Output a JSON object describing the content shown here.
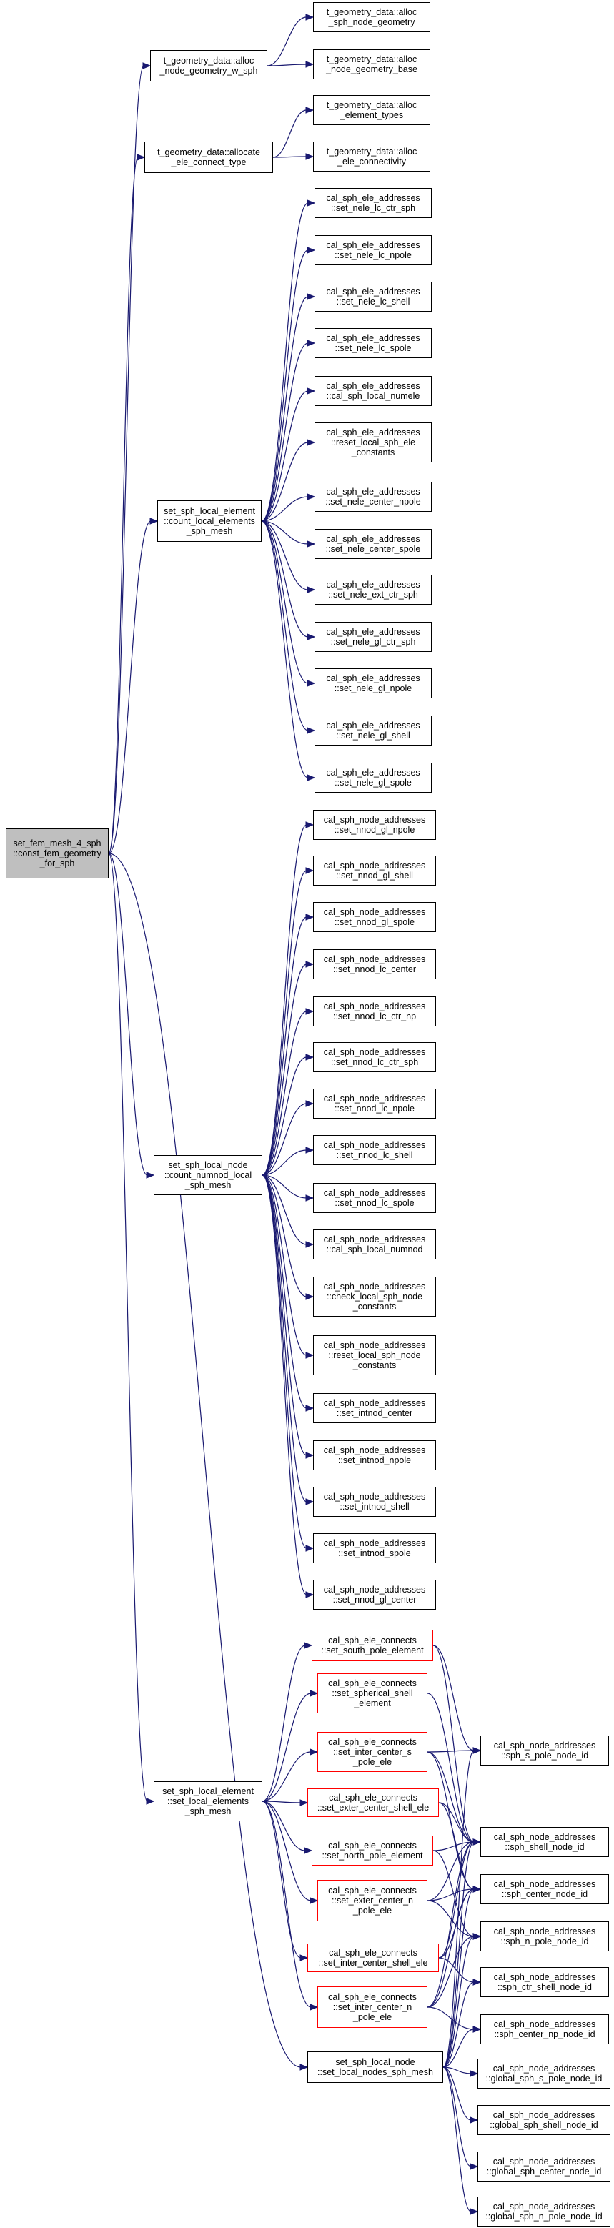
{
  "colors": {
    "edge": "#191970",
    "root_fill": "#bfbfbf",
    "red_border": "#ff0000"
  },
  "nodes": [
    {
      "id": "root",
      "lines": [
        "set_fem_mesh_4_sph",
        "::const_fem_geometry",
        "_for_sph"
      ],
      "kind": "root"
    },
    {
      "id": "alloc_node_geom_w_sph",
      "lines": [
        "t_geometry_data::alloc",
        "_node_geometry_w_sph"
      ]
    },
    {
      "id": "alloc_sph_node_geom",
      "lines": [
        "t_geometry_data::alloc",
        "_sph_node_geometry"
      ]
    },
    {
      "id": "alloc_node_geom_base",
      "lines": [
        "t_geometry_data::alloc",
        "_node_geometry_base"
      ]
    },
    {
      "id": "allocate_ele_connect_type",
      "lines": [
        "t_geometry_data::allocate",
        "_ele_connect_type"
      ]
    },
    {
      "id": "alloc_element_types",
      "lines": [
        "t_geometry_data::alloc",
        "_element_types"
      ]
    },
    {
      "id": "alloc_ele_connectivity",
      "lines": [
        "t_geometry_data::alloc",
        "_ele_connectivity"
      ]
    },
    {
      "id": "count_local_elements",
      "lines": [
        "set_sph_local_element",
        "::count_local_elements",
        "_sph_mesh"
      ]
    },
    {
      "id": "e1",
      "lines": [
        "cal_sph_ele_addresses",
        "::set_nele_lc_ctr_sph"
      ]
    },
    {
      "id": "e2",
      "lines": [
        "cal_sph_ele_addresses",
        "::set_nele_lc_npole"
      ]
    },
    {
      "id": "e3",
      "lines": [
        "cal_sph_ele_addresses",
        "::set_nele_lc_shell"
      ]
    },
    {
      "id": "e4",
      "lines": [
        "cal_sph_ele_addresses",
        "::set_nele_lc_spole"
      ]
    },
    {
      "id": "e5",
      "lines": [
        "cal_sph_ele_addresses",
        "::cal_sph_local_numele"
      ]
    },
    {
      "id": "e6",
      "lines": [
        "cal_sph_ele_addresses",
        "::reset_local_sph_ele",
        "_constants"
      ]
    },
    {
      "id": "e7",
      "lines": [
        "cal_sph_ele_addresses",
        "::set_nele_center_npole"
      ]
    },
    {
      "id": "e8",
      "lines": [
        "cal_sph_ele_addresses",
        "::set_nele_center_spole"
      ]
    },
    {
      "id": "e9",
      "lines": [
        "cal_sph_ele_addresses",
        "::set_nele_ext_ctr_sph"
      ]
    },
    {
      "id": "e10",
      "lines": [
        "cal_sph_ele_addresses",
        "::set_nele_gl_ctr_sph"
      ]
    },
    {
      "id": "e11",
      "lines": [
        "cal_sph_ele_addresses",
        "::set_nele_gl_npole"
      ]
    },
    {
      "id": "e12",
      "lines": [
        "cal_sph_ele_addresses",
        "::set_nele_gl_shell"
      ]
    },
    {
      "id": "e13",
      "lines": [
        "cal_sph_ele_addresses",
        "::set_nele_gl_spole"
      ]
    },
    {
      "id": "count_numnod",
      "lines": [
        "set_sph_local_node",
        "::count_numnod_local",
        "_sph_mesh"
      ]
    },
    {
      "id": "n1",
      "lines": [
        "cal_sph_node_addresses",
        "::set_nnod_gl_npole"
      ]
    },
    {
      "id": "n2",
      "lines": [
        "cal_sph_node_addresses",
        "::set_nnod_gl_shell"
      ]
    },
    {
      "id": "n3",
      "lines": [
        "cal_sph_node_addresses",
        "::set_nnod_gl_spole"
      ]
    },
    {
      "id": "n4",
      "lines": [
        "cal_sph_node_addresses",
        "::set_nnod_lc_center"
      ]
    },
    {
      "id": "n5",
      "lines": [
        "cal_sph_node_addresses",
        "::set_nnod_lc_ctr_np"
      ]
    },
    {
      "id": "n6",
      "lines": [
        "cal_sph_node_addresses",
        "::set_nnod_lc_ctr_sph"
      ]
    },
    {
      "id": "n7",
      "lines": [
        "cal_sph_node_addresses",
        "::set_nnod_lc_npole"
      ]
    },
    {
      "id": "n8",
      "lines": [
        "cal_sph_node_addresses",
        "::set_nnod_lc_shell"
      ]
    },
    {
      "id": "n9",
      "lines": [
        "cal_sph_node_addresses",
        "::set_nnod_lc_spole"
      ]
    },
    {
      "id": "n10",
      "lines": [
        "cal_sph_node_addresses",
        "::cal_sph_local_numnod"
      ]
    },
    {
      "id": "n11",
      "lines": [
        "cal_sph_node_addresses",
        "::check_local_sph_node",
        "_constants"
      ]
    },
    {
      "id": "n12",
      "lines": [
        "cal_sph_node_addresses",
        "::reset_local_sph_node",
        "_constants"
      ]
    },
    {
      "id": "n13",
      "lines": [
        "cal_sph_node_addresses",
        "::set_intnod_center"
      ]
    },
    {
      "id": "n14",
      "lines": [
        "cal_sph_node_addresses",
        "::set_intnod_npole"
      ]
    },
    {
      "id": "n15",
      "lines": [
        "cal_sph_node_addresses",
        "::set_intnod_shell"
      ]
    },
    {
      "id": "n16",
      "lines": [
        "cal_sph_node_addresses",
        "::set_intnod_spole"
      ]
    },
    {
      "id": "n17",
      "lines": [
        "cal_sph_node_addresses",
        "::set_nnod_gl_center"
      ]
    },
    {
      "id": "set_local_elements",
      "lines": [
        "set_sph_local_element",
        "::set_local_elements",
        "_sph_mesh"
      ]
    },
    {
      "id": "c1",
      "lines": [
        "cal_sph_ele_connects",
        "::set_south_pole_element"
      ],
      "kind": "red"
    },
    {
      "id": "c2",
      "lines": [
        "cal_sph_ele_connects",
        "::set_spherical_shell",
        "_element"
      ],
      "kind": "red"
    },
    {
      "id": "c3",
      "lines": [
        "cal_sph_ele_connects",
        "::set_inter_center_s",
        "_pole_ele"
      ],
      "kind": "red"
    },
    {
      "id": "c4",
      "lines": [
        "cal_sph_ele_connects",
        "::set_exter_center_shell_ele"
      ],
      "kind": "red"
    },
    {
      "id": "c5",
      "lines": [
        "cal_sph_ele_connects",
        "::set_north_pole_element"
      ],
      "kind": "red"
    },
    {
      "id": "c6",
      "lines": [
        "cal_sph_ele_connects",
        "::set_exter_center_n",
        "_pole_ele"
      ],
      "kind": "red"
    },
    {
      "id": "c7",
      "lines": [
        "cal_sph_ele_connects",
        "::set_inter_center_shell_ele"
      ],
      "kind": "red"
    },
    {
      "id": "c8",
      "lines": [
        "cal_sph_ele_connects",
        "::set_inter_center_n",
        "_pole_ele"
      ],
      "kind": "red"
    },
    {
      "id": "set_local_nodes",
      "lines": [
        "set_sph_local_node",
        "::set_local_nodes_sph_mesh"
      ]
    },
    {
      "id": "a1",
      "lines": [
        "cal_sph_node_addresses",
        "::sph_s_pole_node_id"
      ]
    },
    {
      "id": "a2",
      "lines": [
        "cal_sph_node_addresses",
        "::sph_shell_node_id"
      ]
    },
    {
      "id": "a3",
      "lines": [
        "cal_sph_node_addresses",
        "::sph_center_node_id"
      ]
    },
    {
      "id": "a4",
      "lines": [
        "cal_sph_node_addresses",
        "::sph_n_pole_node_id"
      ]
    },
    {
      "id": "a5",
      "lines": [
        "cal_sph_node_addresses",
        "::sph_ctr_shell_node_id"
      ]
    },
    {
      "id": "a6",
      "lines": [
        "cal_sph_node_addresses",
        "::sph_center_np_node_id"
      ]
    },
    {
      "id": "g1",
      "lines": [
        "cal_sph_node_addresses",
        "::global_sph_s_pole_node_id"
      ]
    },
    {
      "id": "g2",
      "lines": [
        "cal_sph_node_addresses",
        "::global_sph_shell_node_id"
      ]
    },
    {
      "id": "g3",
      "lines": [
        "cal_sph_node_addresses",
        "::global_sph_center_node_id"
      ]
    },
    {
      "id": "g4",
      "lines": [
        "cal_sph_node_addresses",
        "::global_sph_n_pole_node_id"
      ]
    }
  ],
  "edges": [
    [
      "root",
      "alloc_node_geom_w_sph"
    ],
    [
      "root",
      "allocate_ele_connect_type"
    ],
    [
      "root",
      "count_local_elements"
    ],
    [
      "root",
      "count_numnod"
    ],
    [
      "root",
      "set_local_elements"
    ],
    [
      "root",
      "set_local_nodes"
    ],
    [
      "alloc_node_geom_w_sph",
      "alloc_sph_node_geom"
    ],
    [
      "alloc_node_geom_w_sph",
      "alloc_node_geom_base"
    ],
    [
      "allocate_ele_connect_type",
      "alloc_element_types"
    ],
    [
      "allocate_ele_connect_type",
      "alloc_ele_connectivity"
    ],
    [
      "count_local_elements",
      "e1"
    ],
    [
      "count_local_elements",
      "e2"
    ],
    [
      "count_local_elements",
      "e3"
    ],
    [
      "count_local_elements",
      "e4"
    ],
    [
      "count_local_elements",
      "e5"
    ],
    [
      "count_local_elements",
      "e6"
    ],
    [
      "count_local_elements",
      "e7"
    ],
    [
      "count_local_elements",
      "e8"
    ],
    [
      "count_local_elements",
      "e9"
    ],
    [
      "count_local_elements",
      "e10"
    ],
    [
      "count_local_elements",
      "e11"
    ],
    [
      "count_local_elements",
      "e12"
    ],
    [
      "count_local_elements",
      "e13"
    ],
    [
      "count_numnod",
      "n1"
    ],
    [
      "count_numnod",
      "n2"
    ],
    [
      "count_numnod",
      "n3"
    ],
    [
      "count_numnod",
      "n4"
    ],
    [
      "count_numnod",
      "n5"
    ],
    [
      "count_numnod",
      "n6"
    ],
    [
      "count_numnod",
      "n7"
    ],
    [
      "count_numnod",
      "n8"
    ],
    [
      "count_numnod",
      "n9"
    ],
    [
      "count_numnod",
      "n10"
    ],
    [
      "count_numnod",
      "n11"
    ],
    [
      "count_numnod",
      "n12"
    ],
    [
      "count_numnod",
      "n13"
    ],
    [
      "count_numnod",
      "n14"
    ],
    [
      "count_numnod",
      "n15"
    ],
    [
      "count_numnod",
      "n16"
    ],
    [
      "count_numnod",
      "n17"
    ],
    [
      "set_local_elements",
      "c1"
    ],
    [
      "set_local_elements",
      "c2"
    ],
    [
      "set_local_elements",
      "c3"
    ],
    [
      "set_local_elements",
      "c4"
    ],
    [
      "set_local_elements",
      "c5"
    ],
    [
      "set_local_elements",
      "c6"
    ],
    [
      "set_local_elements",
      "c7"
    ],
    [
      "set_local_elements",
      "c8"
    ],
    [
      "c1",
      "a1"
    ],
    [
      "c1",
      "a2"
    ],
    [
      "c2",
      "a2"
    ],
    [
      "c3",
      "a1"
    ],
    [
      "c3",
      "a2"
    ],
    [
      "c3",
      "a3"
    ],
    [
      "c4",
      "a2"
    ],
    [
      "c4",
      "a3"
    ],
    [
      "c5",
      "a2"
    ],
    [
      "c5",
      "a4"
    ],
    [
      "c6",
      "a3"
    ],
    [
      "c6",
      "a4"
    ],
    [
      "c6",
      "a2"
    ],
    [
      "c7",
      "a3"
    ],
    [
      "c7",
      "a2"
    ],
    [
      "c7",
      "a5"
    ],
    [
      "c8",
      "a3"
    ],
    [
      "c8",
      "a4"
    ],
    [
      "c8",
      "a2"
    ],
    [
      "c8",
      "a6"
    ],
    [
      "set_local_nodes",
      "a1"
    ],
    [
      "set_local_nodes",
      "a2"
    ],
    [
      "set_local_nodes",
      "a3"
    ],
    [
      "set_local_nodes",
      "a4"
    ],
    [
      "set_local_nodes",
      "a5"
    ],
    [
      "set_local_nodes",
      "a6"
    ],
    [
      "set_local_nodes",
      "g1"
    ],
    [
      "set_local_nodes",
      "g2"
    ],
    [
      "set_local_nodes",
      "g3"
    ],
    [
      "set_local_nodes",
      "g4"
    ]
  ]
}
